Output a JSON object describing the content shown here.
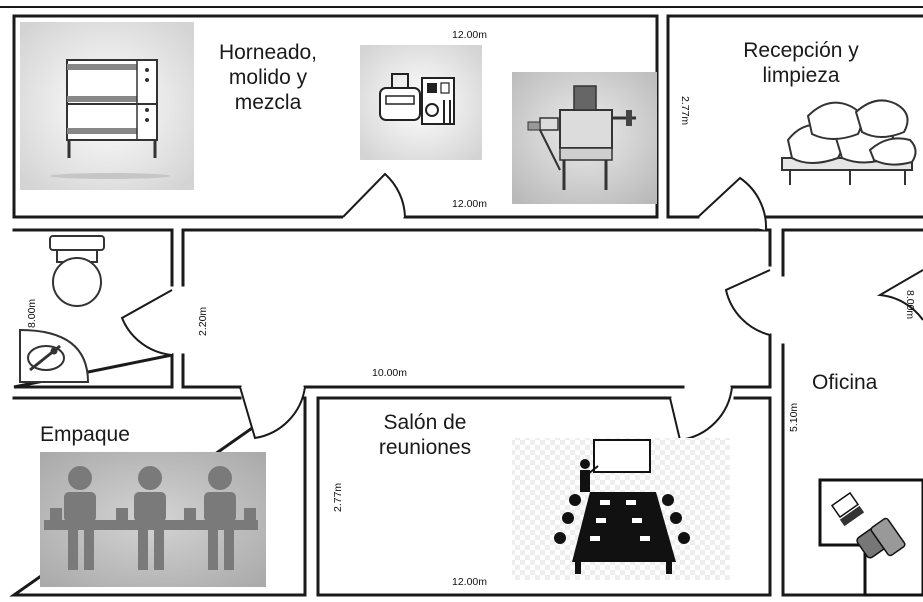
{
  "rooms": {
    "horneado": "Horneado,\nmolido y\nmezcla",
    "recepcion": "Recepción y\nlimpieza",
    "empaque": "Empaque",
    "salon": "Salón de\nreuniones",
    "oficina": "Oficina"
  },
  "dimensions": {
    "top_width": "12.00m",
    "top_inner_width": "12.00m",
    "recepcion_height": "2.77m",
    "bath_height": "8.00m",
    "corridor_height": "2.20m",
    "corridor_width": "10.00m",
    "salon_height": "2.77m",
    "salon_width": "12.00m",
    "oficina_height": "5.10m",
    "right_edge": "8.00m"
  },
  "icons": {
    "oven": "oven-icon",
    "mixer": "mixer-machine-icon",
    "grinder": "grinder-machine-icon",
    "sacks": "sacks-icon",
    "toilet": "toilet-icon",
    "sink": "corner-sink-icon",
    "workers": "packing-workers-icon",
    "meeting": "meeting-room-icon",
    "desk": "office-desk-icon"
  },
  "colors": {
    "wall": "#1a1a1a",
    "photo_bg": "#d9d9d9",
    "packing_bg": "#bdbdbd"
  }
}
